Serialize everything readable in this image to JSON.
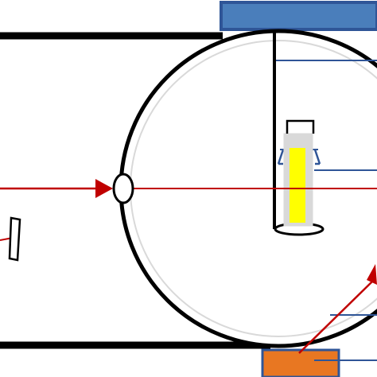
{
  "colors": {
    "background": "#ffffff",
    "outline": "#000000",
    "beam": "#c00000",
    "top_block_fill": "#4a7ebb",
    "top_block_stroke": "#2f5597",
    "bottom_block_fill": "#e87722",
    "bottom_block_stroke": "#2f5597",
    "sample_fill": "#ffff00",
    "tube_fill": "#d9d9d9",
    "guide_line": "#2f5597",
    "inner_ring": "#d9d9d9"
  },
  "components": [
    "outer-housing-box",
    "sphere-chamber",
    "entrance-window",
    "incident-beam",
    "small-mirror",
    "top-mount-block",
    "bottom-mount-block",
    "sample-holder-rod",
    "sample-tube",
    "yellow-sample",
    "tube-cap",
    "tube-bracket",
    "guide-lines",
    "lower-right-beam"
  ]
}
